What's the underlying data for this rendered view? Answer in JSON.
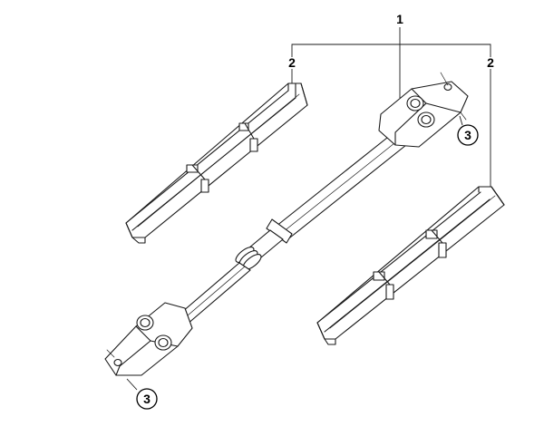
{
  "callouts": {
    "one": "1",
    "two_left": "2",
    "two_right": "2",
    "three_upper": "3",
    "three_lower": "3"
  },
  "colors": {
    "ink": "#1a1a1a",
    "background": "#ffffff"
  }
}
